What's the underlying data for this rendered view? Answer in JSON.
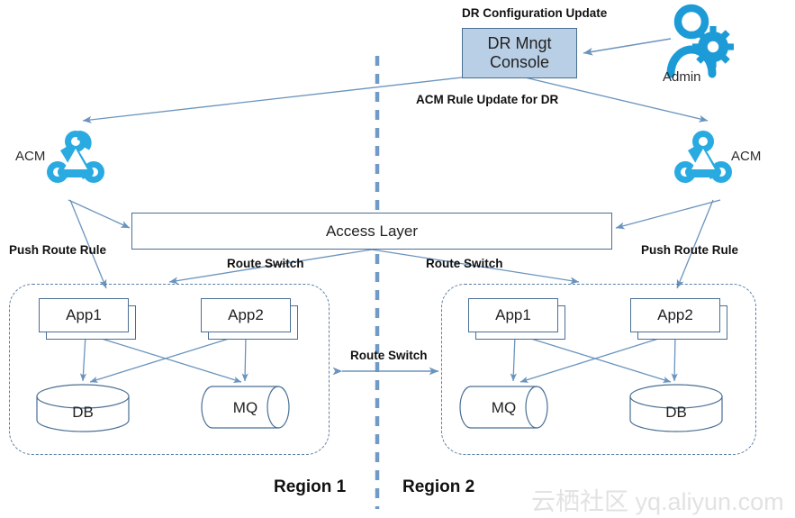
{
  "diagram": {
    "title_flow_top": "DR Configuration Update",
    "title_flow_mid": "ACM Rule Update for DR",
    "console": {
      "line1": "DR Mngt",
      "line2": "Console"
    },
    "admin": {
      "label": "Admin",
      "icon": "admin-person-gear-icon"
    },
    "acm_left": {
      "label": "ACM",
      "icon": "acm-chain-icon"
    },
    "acm_right": {
      "label": "ACM",
      "icon": "acm-chain-icon"
    },
    "access_layer": {
      "label": "Access Layer"
    },
    "edge_labels": {
      "push_route_rule_left": "Push Route Rule",
      "push_route_rule_right": "Push Route Rule",
      "route_switch_left": "Route Switch",
      "route_switch_right": "Route Switch",
      "route_switch_center": "Route Switch"
    },
    "regions": [
      {
        "name": "Region 1",
        "nodes": {
          "app1": "App1",
          "app2": "App2",
          "store_left": "DB",
          "store_right": "MQ"
        }
      },
      {
        "name": "Region 2",
        "nodes": {
          "app1": "App1",
          "app2": "App2",
          "store_left": "MQ",
          "store_right": "DB"
        }
      }
    ],
    "watermark": "云栖社区 yq.aliyun.com",
    "colors": {
      "icon_blue": "#29abe2",
      "line_blue": "#6a94bd",
      "console_fill": "#b9cfe5",
      "border_blue": "#4a6f93",
      "divider_blue": "#6f9bc6",
      "watermark_gray": "#e2e2e2"
    }
  }
}
